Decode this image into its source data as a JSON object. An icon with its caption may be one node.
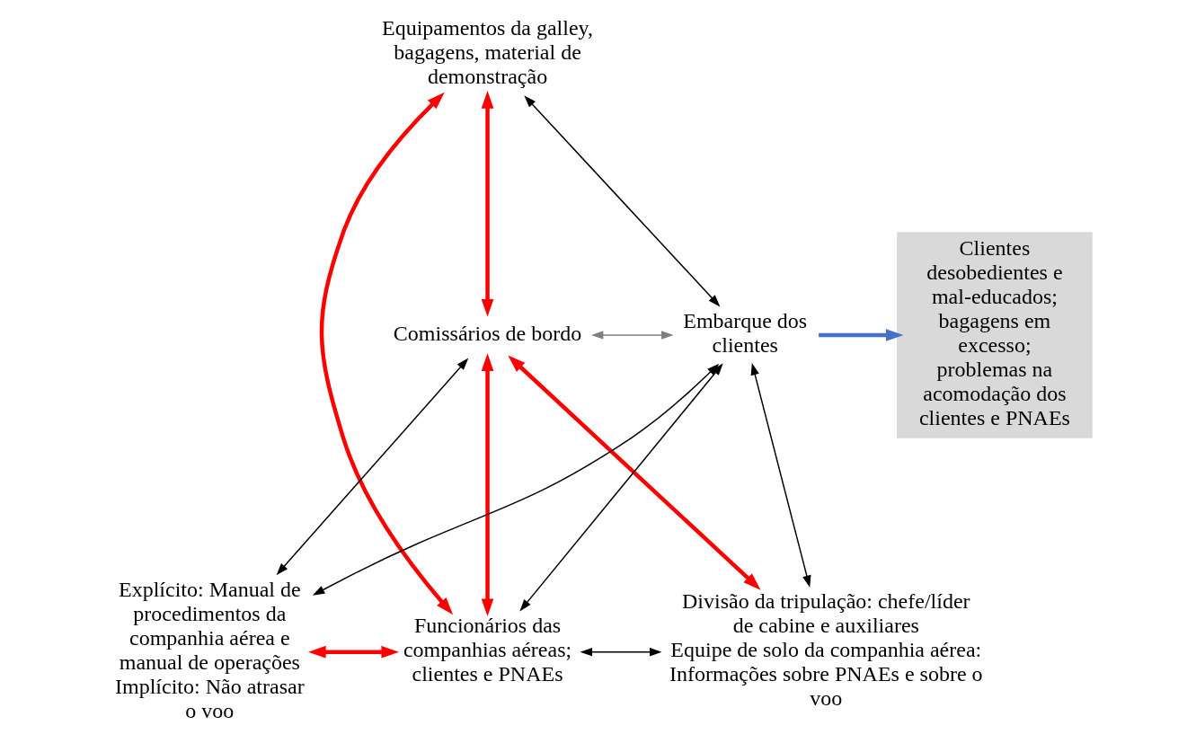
{
  "diagram": {
    "nodes": [
      {
        "text": [
          "Equipamentos da galley, bagagens, material de demonstração"
        ]
      },
      {
        "text": [
          "Comissários de bordo"
        ]
      },
      {
        "text": [
          "Embarque dos clientes"
        ]
      },
      {
        "text": [
          "Explícito: Manual de procedimentos da companhia aérea e manual de operações",
          "Implícito: Não atrasar o voo"
        ]
      },
      {
        "text": [
          "Funcionários das companhias aéreas; clientes e PNAEs"
        ]
      },
      {
        "text": [
          "Divisão da tripulação: chefe/líder de cabine e auxiliares",
          "Equipe de solo da companhia aérea: Informações sobre PNAEs e sobre o voo"
        ]
      },
      {
        "text": [
          "Clientes desobedientes e mal-educados; bagagens em excesso; problemas na acomodação dos clientes e PNAEs"
        ]
      }
    ],
    "edges": [
      {
        "from": 0,
        "to": 1,
        "arrow": "both",
        "style": "thick",
        "color": "#ff0000"
      },
      {
        "from": 0,
        "to": 2,
        "arrow": "both"
      },
      {
        "from": 0,
        "to": 4,
        "arrow": "both",
        "style": "thick",
        "color": "#ff0000"
      },
      {
        "from": 1,
        "to": 2,
        "arrow": "both",
        "color": "#808080"
      },
      {
        "from": 1,
        "to": 3,
        "arrow": "both"
      },
      {
        "from": 1,
        "to": 4,
        "arrow": "both",
        "style": "thick",
        "color": "#ff0000"
      },
      {
        "from": 1,
        "to": 5,
        "arrow": "both",
        "style": "thick",
        "color": "#ff0000"
      },
      {
        "from": 2,
        "to": 3,
        "arrow": "both"
      },
      {
        "from": 2,
        "to": 4,
        "arrow": "both"
      },
      {
        "from": 2,
        "to": 5,
        "arrow": "both"
      },
      {
        "from": 3,
        "to": 4,
        "arrow": "both",
        "style": "thick",
        "color": "#ff0000"
      },
      {
        "from": 4,
        "to": 5,
        "arrow": "both"
      },
      {
        "from": 2,
        "to": 6,
        "arrow": "to",
        "style": "thick",
        "color": "#4472c4"
      }
    ]
  }
}
